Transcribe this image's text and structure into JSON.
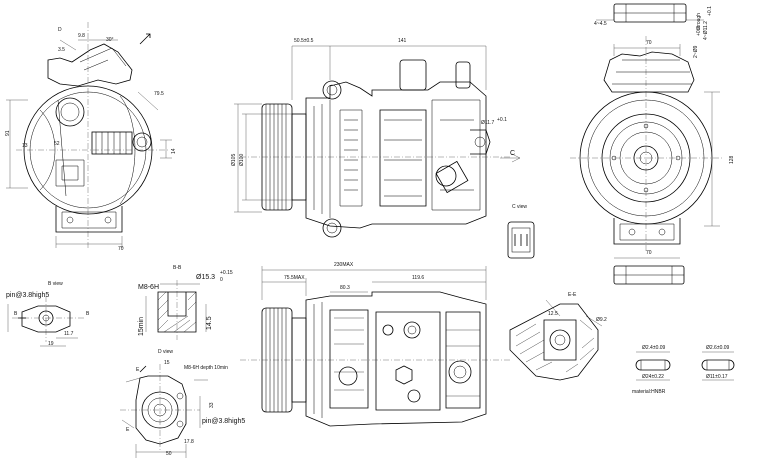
{
  "top_right_detail": {
    "dim_small": "4~4.5",
    "dim_through": "2~Ø9",
    "dim_through_tol": "+0.2",
    "dim_through_text": "through",
    "dim_hole": "4~Ø11.2",
    "dim_hole_tol": "+0.1"
  },
  "front_view": {
    "label_D": "D",
    "dim_9_8": "9.8",
    "dim_30": "30°",
    "dim_3_5": "3.5",
    "dim_79_5": "79.5",
    "dim_91": "91",
    "dim_13": "13",
    "dim_52": "52",
    "dim_14": "14",
    "dim_70": "70"
  },
  "side_view": {
    "dim_50_5": "50.5±0.5",
    "dim_141": "141",
    "dim_thread": "Ø11.7",
    "dim_thread_tol": "+0.1",
    "dim_dia105": "Ø105",
    "dim_dia100": "Ø100",
    "label_C": "C"
  },
  "rear_view": {
    "dim_70_top": "70",
    "dim_128": "128",
    "dim_70_bottom": "70"
  },
  "c_view": {
    "title": "C view"
  },
  "b_view": {
    "title": "B view",
    "pin": "pin@3.8high5",
    "label_B": "B",
    "dim_11_7": "11.7",
    "dim_19": "19"
  },
  "section_bb": {
    "title": "B-B",
    "thread": "M8-6H",
    "bore": "Ø15.3",
    "bore_tol_upper": "+0.15",
    "bore_tol_lower": "0",
    "depth": "15min",
    "dim_14_5": "14.5"
  },
  "d_view": {
    "title": "D view",
    "thread_note": "M8-6H depth 10min",
    "pin": "pin@3.8high5",
    "label_E": "E",
    "dim_15": "15",
    "dim_17_8": "17.8",
    "dim_50": "50",
    "dim_33": "33"
  },
  "bottom_view": {
    "dim_230": "230MAX",
    "dim_75_5": "75.5MAX",
    "dim_119_6": "119.6",
    "dim_80_3": "80.3"
  },
  "section_ee": {
    "title": "E-E",
    "dim_12_5": "12.5",
    "dim_dia": "Ø9.2"
  },
  "o_rings": {
    "left_id": "Ø2.4±0.09",
    "left_od": "Ø24±0.22",
    "right_id": "Ø2.6±0.09",
    "right_od": "Ø11±0.17",
    "material": "material:HNBR"
  }
}
